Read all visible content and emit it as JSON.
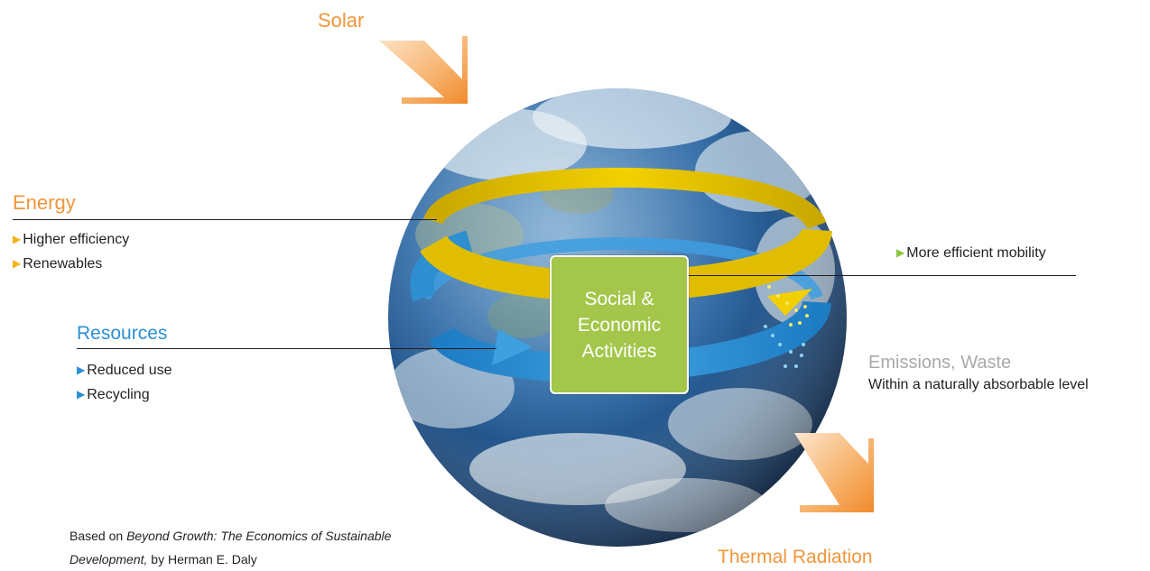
{
  "labels": {
    "solar": "Solar",
    "thermal": "Thermal Radiation",
    "center": [
      "Social &",
      "Economic",
      "Activities"
    ]
  },
  "energy": {
    "title": "Energy",
    "items": [
      "Higher efficiency",
      "Renewables"
    ],
    "color": "#f0963a",
    "bullet_color": "#f5b21a"
  },
  "resources": {
    "title": "Resources",
    "items": [
      "Reduced use",
      "Recycling"
    ],
    "color": "#2c8fd3"
  },
  "mobility": {
    "item": "More efficient mobility",
    "bullet_color": "#8dc63f"
  },
  "emissions": {
    "title": "Emissions, Waste",
    "subtitle": "Within a naturally absorbable level",
    "color": "#a7a9ac"
  },
  "citation": {
    "prefix": "Based on ",
    "book_line1": "Beyond Growth: The Economics of Sustainable",
    "book_line2": "Development,",
    "suffix": " by Herman E. Daly"
  },
  "colors": {
    "solar_arrow": "#f4a460",
    "energy_ring": "#d9b400",
    "resource_ring": "#2e8fd0",
    "center_box": "#a3c64b",
    "ocean": "#1f4f86"
  },
  "icons": {
    "solar_arrow": "solar-arrow-icon",
    "thermal_arrow": "thermal-arrow-icon",
    "bullet": "triangle-bullet-icon",
    "globe": "earth-globe-icon"
  }
}
